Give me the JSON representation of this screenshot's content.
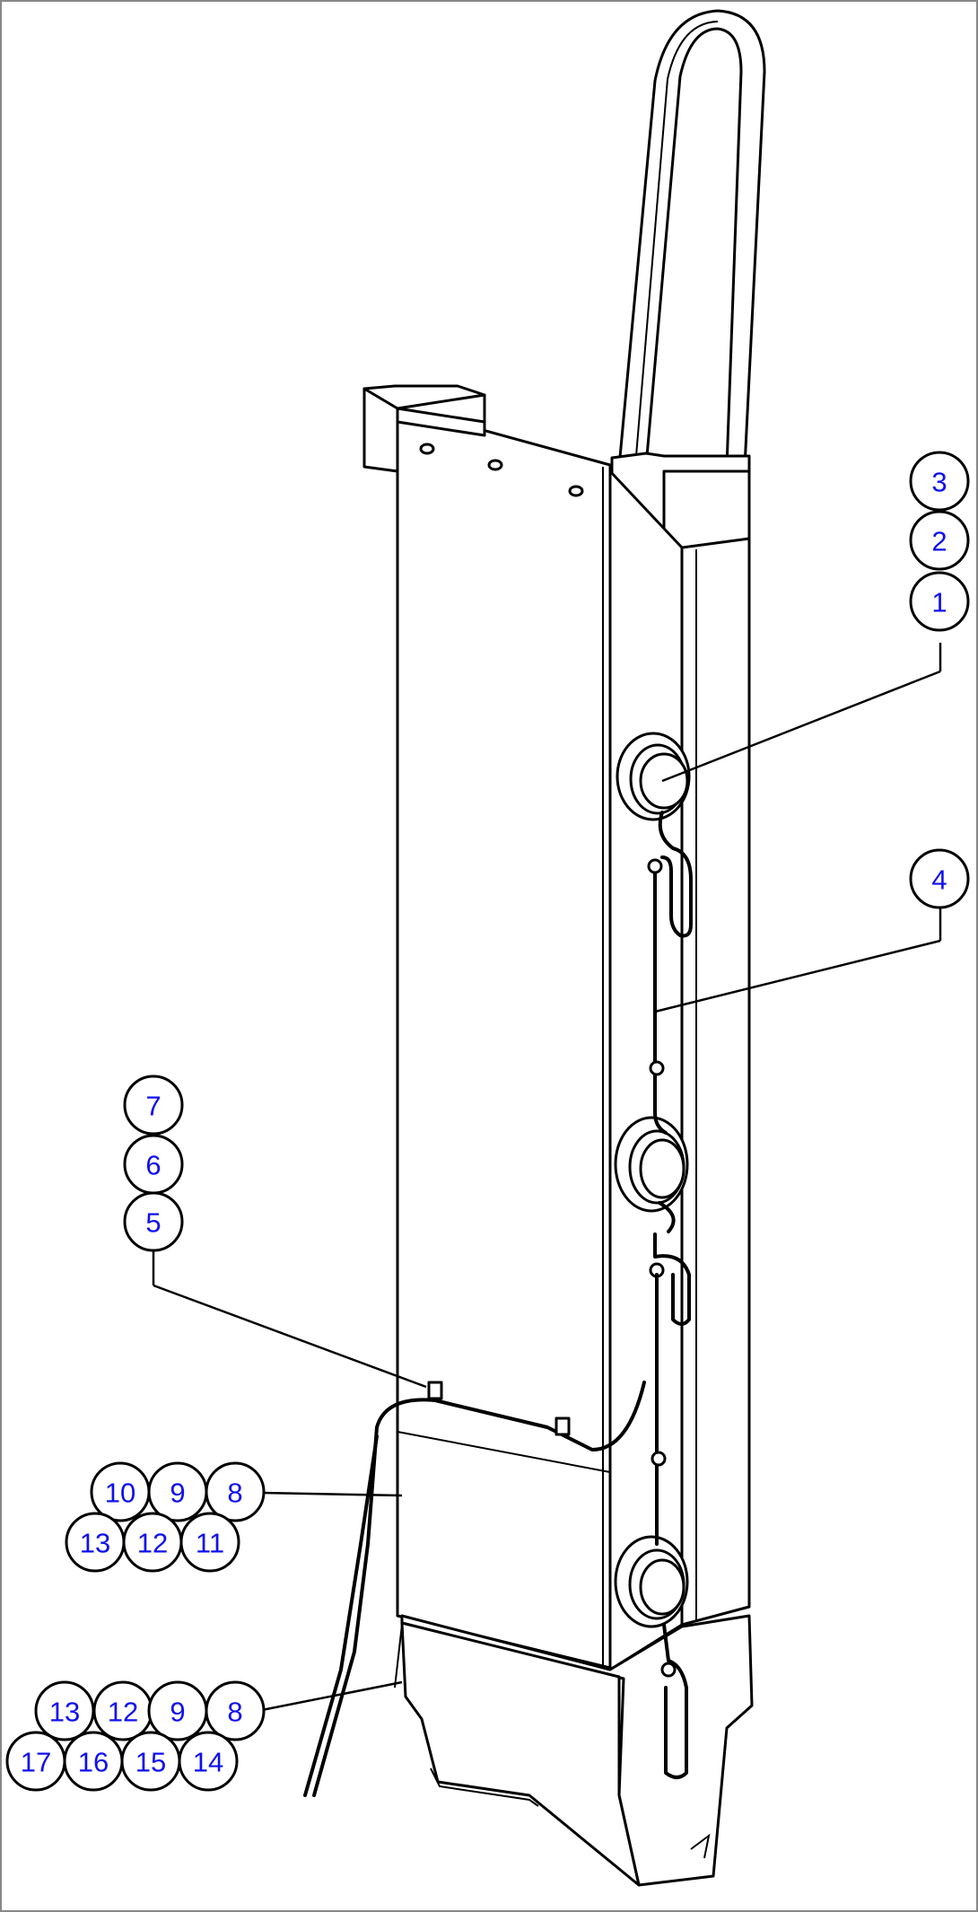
{
  "diagram": {
    "callouts": [
      {
        "id": "c3",
        "label": "3"
      },
      {
        "id": "c2",
        "label": "2"
      },
      {
        "id": "c1",
        "label": "1"
      },
      {
        "id": "c4",
        "label": "4"
      },
      {
        "id": "c7",
        "label": "7"
      },
      {
        "id": "c6",
        "label": "6"
      },
      {
        "id": "c5",
        "label": "5"
      },
      {
        "id": "c10",
        "label": "10"
      },
      {
        "id": "c9a",
        "label": "9"
      },
      {
        "id": "c8a",
        "label": "8"
      },
      {
        "id": "c13a",
        "label": "13"
      },
      {
        "id": "c12a",
        "label": "12"
      },
      {
        "id": "c11",
        "label": "11"
      },
      {
        "id": "c13b",
        "label": "13"
      },
      {
        "id": "c12b",
        "label": "12"
      },
      {
        "id": "c9b",
        "label": "9"
      },
      {
        "id": "c8b",
        "label": "8"
      },
      {
        "id": "c17",
        "label": "17"
      },
      {
        "id": "c16",
        "label": "16"
      },
      {
        "id": "c15",
        "label": "15"
      },
      {
        "id": "c14",
        "label": "14"
      }
    ],
    "colors": {
      "callout_text": "#1010ee",
      "line": "#000000",
      "background": "#ffffff"
    }
  }
}
